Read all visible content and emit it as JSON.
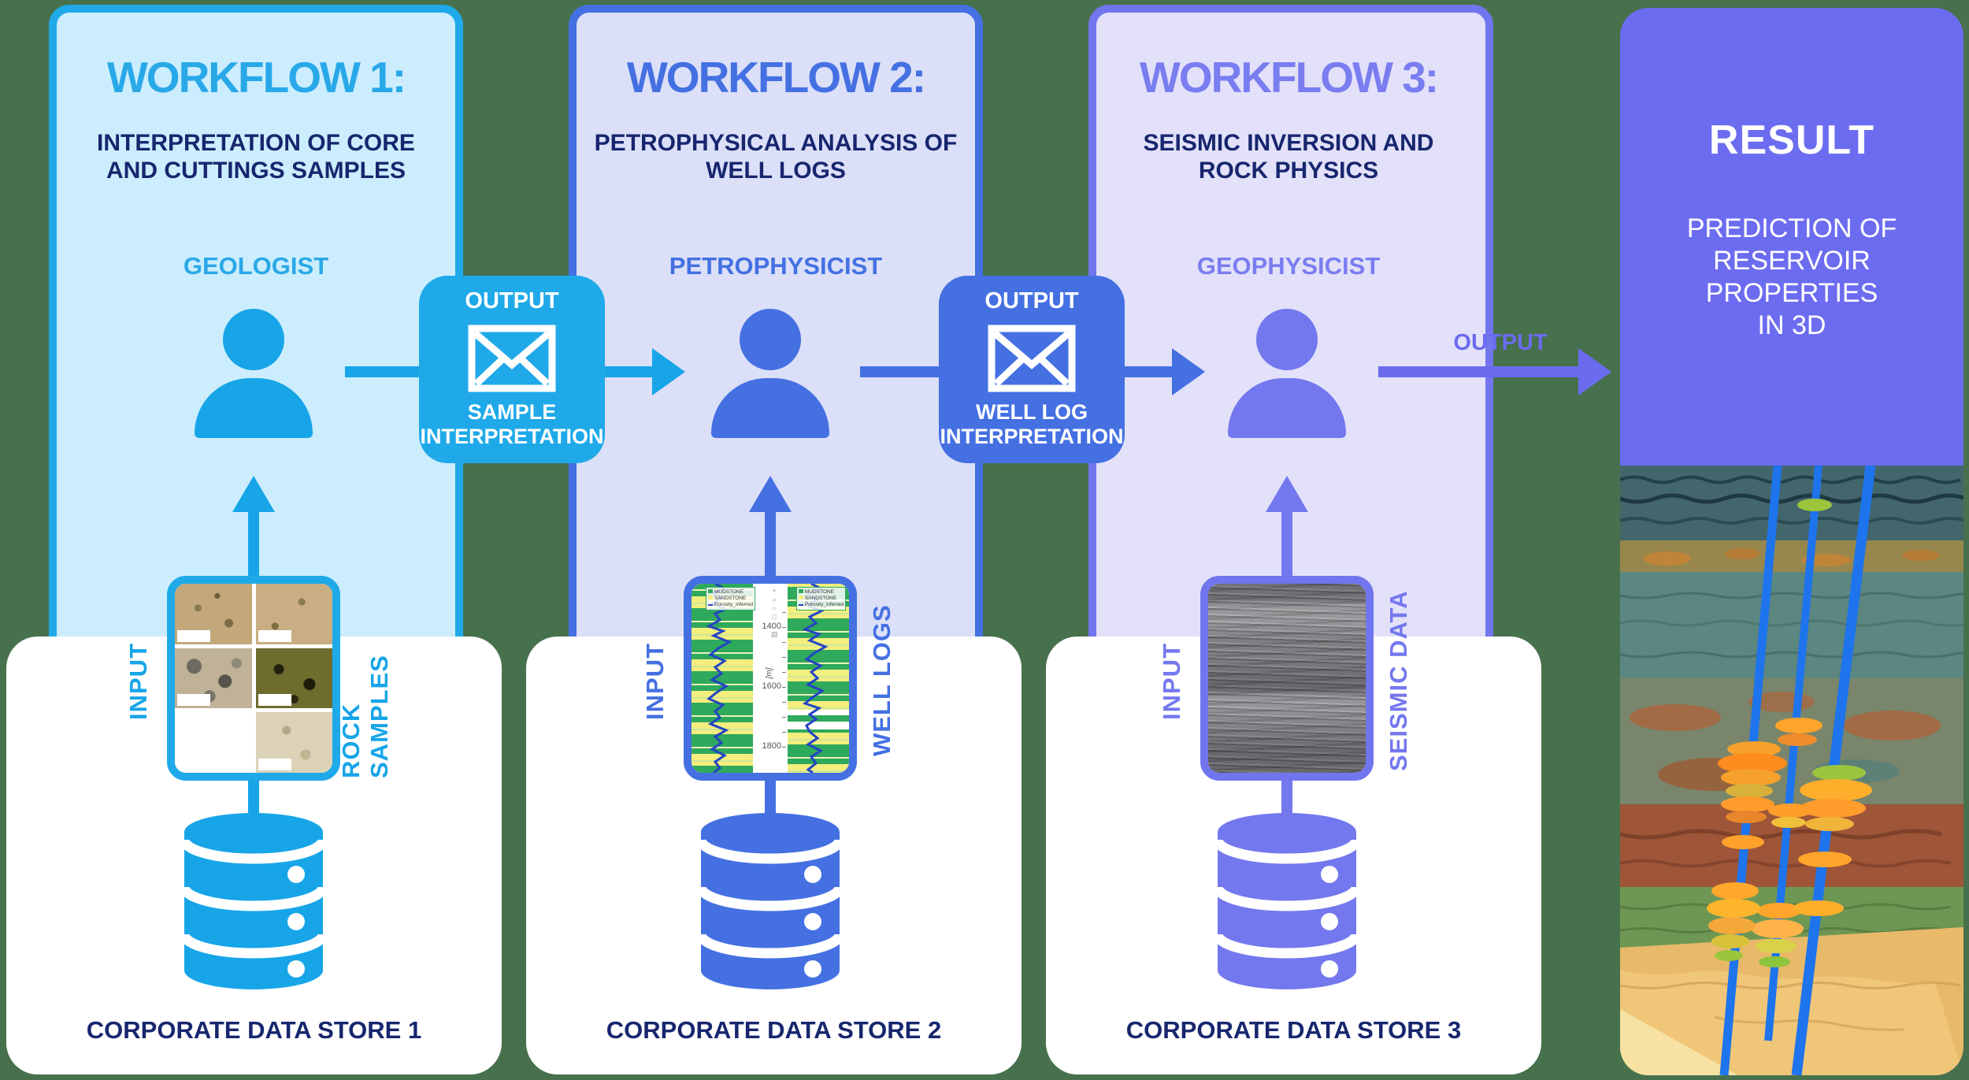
{
  "background_color": "#47714D",
  "workflows": [
    {
      "title": "WORKFLOW 1:",
      "subtitle": "INTERPRETATION OF CORE AND CUTTINGS SAMPLES",
      "role": "GEOLOGIST",
      "input_label": "INPUT",
      "data_type_label": "ROCK SAMPLES",
      "store_label": "CORPORATE DATA STORE 1",
      "accent_color": "#1FA9E9",
      "panel_color": "#CBEDFD"
    },
    {
      "title": "WORKFLOW 2:",
      "subtitle": "PETROPHYSICAL ANALYSIS OF WELL LOGS",
      "role": "PETROPHYSICIST",
      "input_label": "INPUT",
      "data_type_label": "WELL LOGS",
      "store_label": "CORPORATE DATA STORE 2",
      "accent_color": "#4470E2",
      "panel_color": "#DBDFF8"
    },
    {
      "title": "WORKFLOW 3:",
      "subtitle": "SEISMIC INVERSION AND ROCK PHYSICS",
      "role": "GEOPHYSICIST",
      "input_label": "INPUT",
      "data_type_label": "SEISMIC DATA",
      "store_label": "CORPORATE DATA STORE 3",
      "accent_color": "#7175EE",
      "panel_color": "#E2E1F9"
    }
  ],
  "output_badges": [
    {
      "label": "OUTPUT",
      "name_line1": "SAMPLE",
      "name_line2": "INTERPRETATION",
      "color": "#1FA9E9"
    },
    {
      "label": "OUTPUT",
      "name_line1": "WELL LOG",
      "name_line2": "INTERPRETATION",
      "color": "#4470E2"
    }
  ],
  "final_output": {
    "label": "OUTPUT",
    "color": "#6B6BF0"
  },
  "result": {
    "title": "RESULT",
    "lines": [
      "PREDICTION OF",
      "RESERVOIR",
      "PROPERTIES",
      "IN 3D"
    ],
    "panel_color": "#6C6CF0"
  },
  "well_log_figure": {
    "legend": [
      "MUDSTONE",
      "SANDSTONE",
      "Porosity_inferred"
    ],
    "depth_ticks": [
      "1400",
      "1600",
      "1800"
    ],
    "unit": "[m]"
  }
}
